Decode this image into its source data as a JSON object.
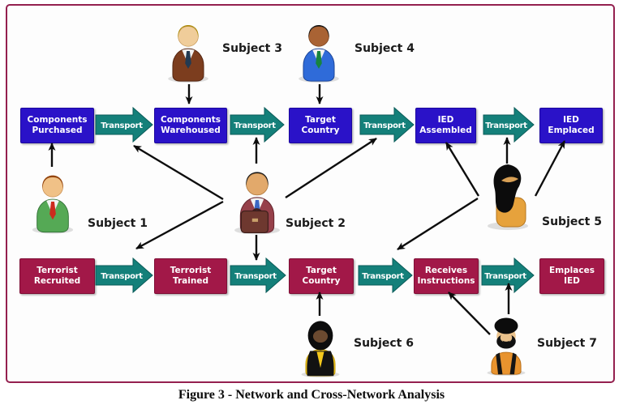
{
  "caption": "Figure 3 - Network and Cross-Network Analysis",
  "connector_label": "Transport",
  "top_flow": {
    "stages": [
      "Components\nPurchased",
      "Components\nWarehoused",
      "Target\nCountry",
      "IED\nAssembled",
      "IED\nEmplaced"
    ]
  },
  "bottom_flow": {
    "stages": [
      "Terrorist\nRecruited",
      "Terrorist\nTrained",
      "Target\nCountry",
      "Receives\nInstructions",
      "Emplaces\nIED"
    ]
  },
  "subjects": [
    {
      "label": "Subject 1"
    },
    {
      "label": "Subject 2"
    },
    {
      "label": "Subject 3"
    },
    {
      "label": "Subject 4"
    },
    {
      "label": "Subject 5"
    },
    {
      "label": "Subject 6"
    },
    {
      "label": "Subject 7"
    }
  ],
  "colors": {
    "top_stage": "#2a12c8",
    "bottom_stage": "#a21848",
    "transport": "#14807a",
    "frame_border": "#94204f",
    "arrow": "#0d0d0d"
  }
}
